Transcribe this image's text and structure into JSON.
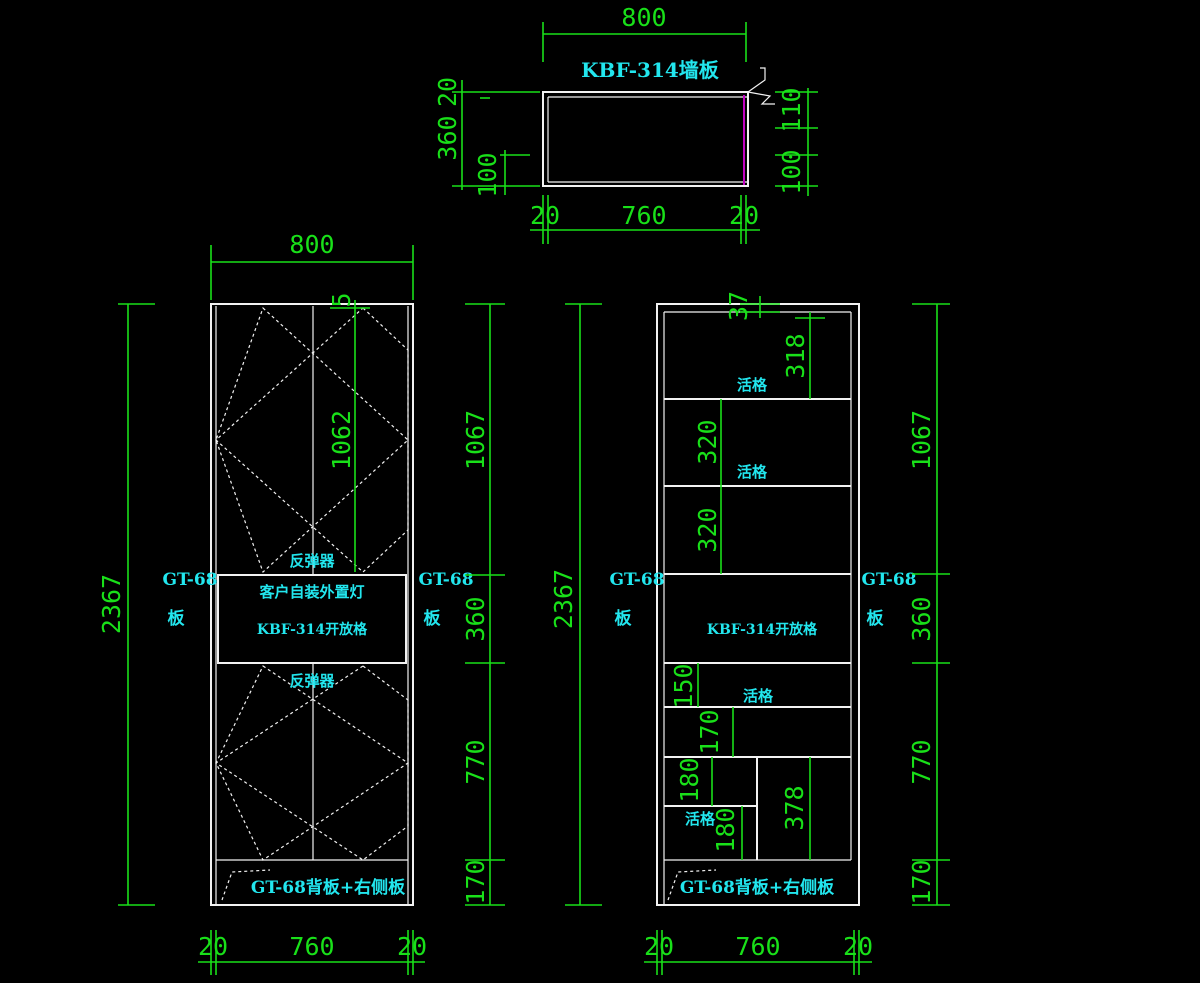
{
  "plan": {
    "title": "KBF-314墙板",
    "width": "800",
    "left_depth": "360",
    "left_top": "20",
    "left_bottom": "100",
    "right_top": "110",
    "right_bottom": "100",
    "bottom_left": "20",
    "bottom_mid": "760",
    "bottom_right": "20"
  },
  "front": {
    "width": "800",
    "height": "2367",
    "top_gap": "5",
    "door_height": "1062",
    "reflector_top": "反弹器",
    "light": "客户自装外置灯",
    "open_cell": "KBF-314开放格",
    "reflector_bottom": "反弹器",
    "side_left_1": "GT-68",
    "side_left_2": "板",
    "side_right_1": "GT-68",
    "side_right_2": "板",
    "right_dims": [
      "1067",
      "360",
      "770",
      "170"
    ],
    "plinth": "GT-68背板+右侧板",
    "bottom_left": "20",
    "bottom_mid": "760",
    "bottom_right": "20"
  },
  "inner": {
    "height": "2367",
    "top_gap": "37",
    "shelf_a": "318",
    "shelf_b": "320",
    "shelf_c": "320",
    "shelf_d": "150",
    "shelf_e": "170",
    "shelf_f": "180",
    "shelf_g": "180",
    "shelf_h": "378",
    "label_a": "活格",
    "label_b": "活格",
    "label_c": "活格",
    "label_d": "活格",
    "open_cell": "KBF-314开放格",
    "side_left_1": "GT-68",
    "side_left_2": "板",
    "side_right_1": "GT-68",
    "side_right_2": "板",
    "right_dims": [
      "1067",
      "360",
      "770",
      "170"
    ],
    "plinth": "GT-68背板+右侧板",
    "bottom_left": "20",
    "bottom_mid": "760",
    "bottom_right": "20"
  },
  "colors": {
    "background": "#000000",
    "dimension": "#19e019",
    "outline": "#f2f2f2",
    "label": "#22e6ee",
    "accent": "#c000c0"
  }
}
